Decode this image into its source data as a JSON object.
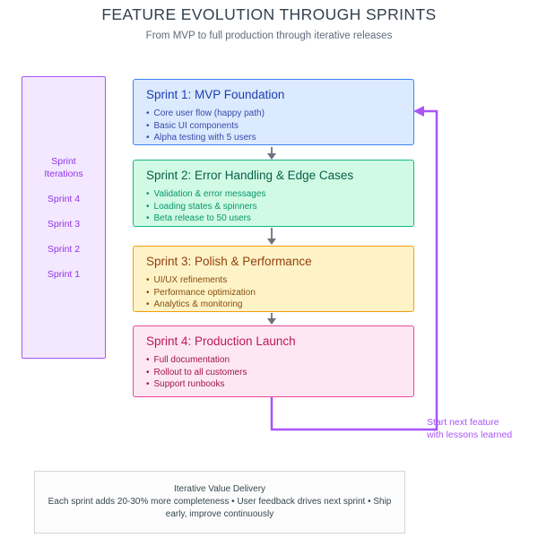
{
  "header": {
    "title": "FEATURE EVOLUTION THROUGH SPRINTS",
    "subtitle": "From MVP to full production through iterative releases"
  },
  "sidebar": {
    "heading_line1": "Sprint",
    "heading_line2": "Iterations",
    "items": [
      {
        "label": "Sprint 4"
      },
      {
        "label": "Sprint 3"
      },
      {
        "label": "Sprint 2"
      },
      {
        "label": "Sprint 1"
      }
    ]
  },
  "sprints": [
    {
      "title": "Sprint 1: MVP Foundation",
      "bullets": [
        "Core user flow (happy path)",
        "Basic UI components",
        "Alpha testing with 5 users"
      ],
      "border": "#3b82f6",
      "fill": "#dbeafe",
      "title_color": "#1e40af",
      "text_color": "#3949ab"
    },
    {
      "title": "Sprint 2: Error Handling & Edge Cases",
      "bullets": [
        "Validation & error messages",
        "Loading states & spinners",
        "Beta release to 50 users"
      ],
      "border": "#10b981",
      "fill": "#d1fae5",
      "title_color": "#065f46",
      "text_color": "#059669"
    },
    {
      "title": "Sprint 3: Polish & Performance",
      "bullets": [
        "UI/UX refinements",
        "Performance optimization",
        "Analytics & monitoring"
      ],
      "border": "#f59e0b",
      "fill": "#fef3c7",
      "title_color": "#92400e",
      "text_color": "#854d0e"
    },
    {
      "title": "Sprint 4: Production Launch",
      "bullets": [
        "Full documentation",
        "Rollout to all customers",
        "Support runbooks"
      ],
      "border": "#ec4899",
      "fill": "#fce7f3",
      "title_color": "#be185d",
      "text_color": "#a31545"
    }
  ],
  "loop": {
    "label_line1": "Start next feature",
    "label_line2": "with lessons learned",
    "color": "#a855f7"
  },
  "footer": {
    "title": "Iterative Value Delivery",
    "text": "Each sprint adds 20-30% more completeness • User feedback drives next sprint • Ship early, improve continuously"
  },
  "colors": {
    "title": "#33404f",
    "subtitle": "#5f6b7c",
    "sidebar_border": "#a855f7",
    "sidebar_fill": "#f3e8ff",
    "sidebar_text": "#9333ea",
    "arrow": "#6b7280",
    "footer_border": "#d4d4d8",
    "footer_fill": "#fcfcfc",
    "footer_text": "#37474f"
  }
}
